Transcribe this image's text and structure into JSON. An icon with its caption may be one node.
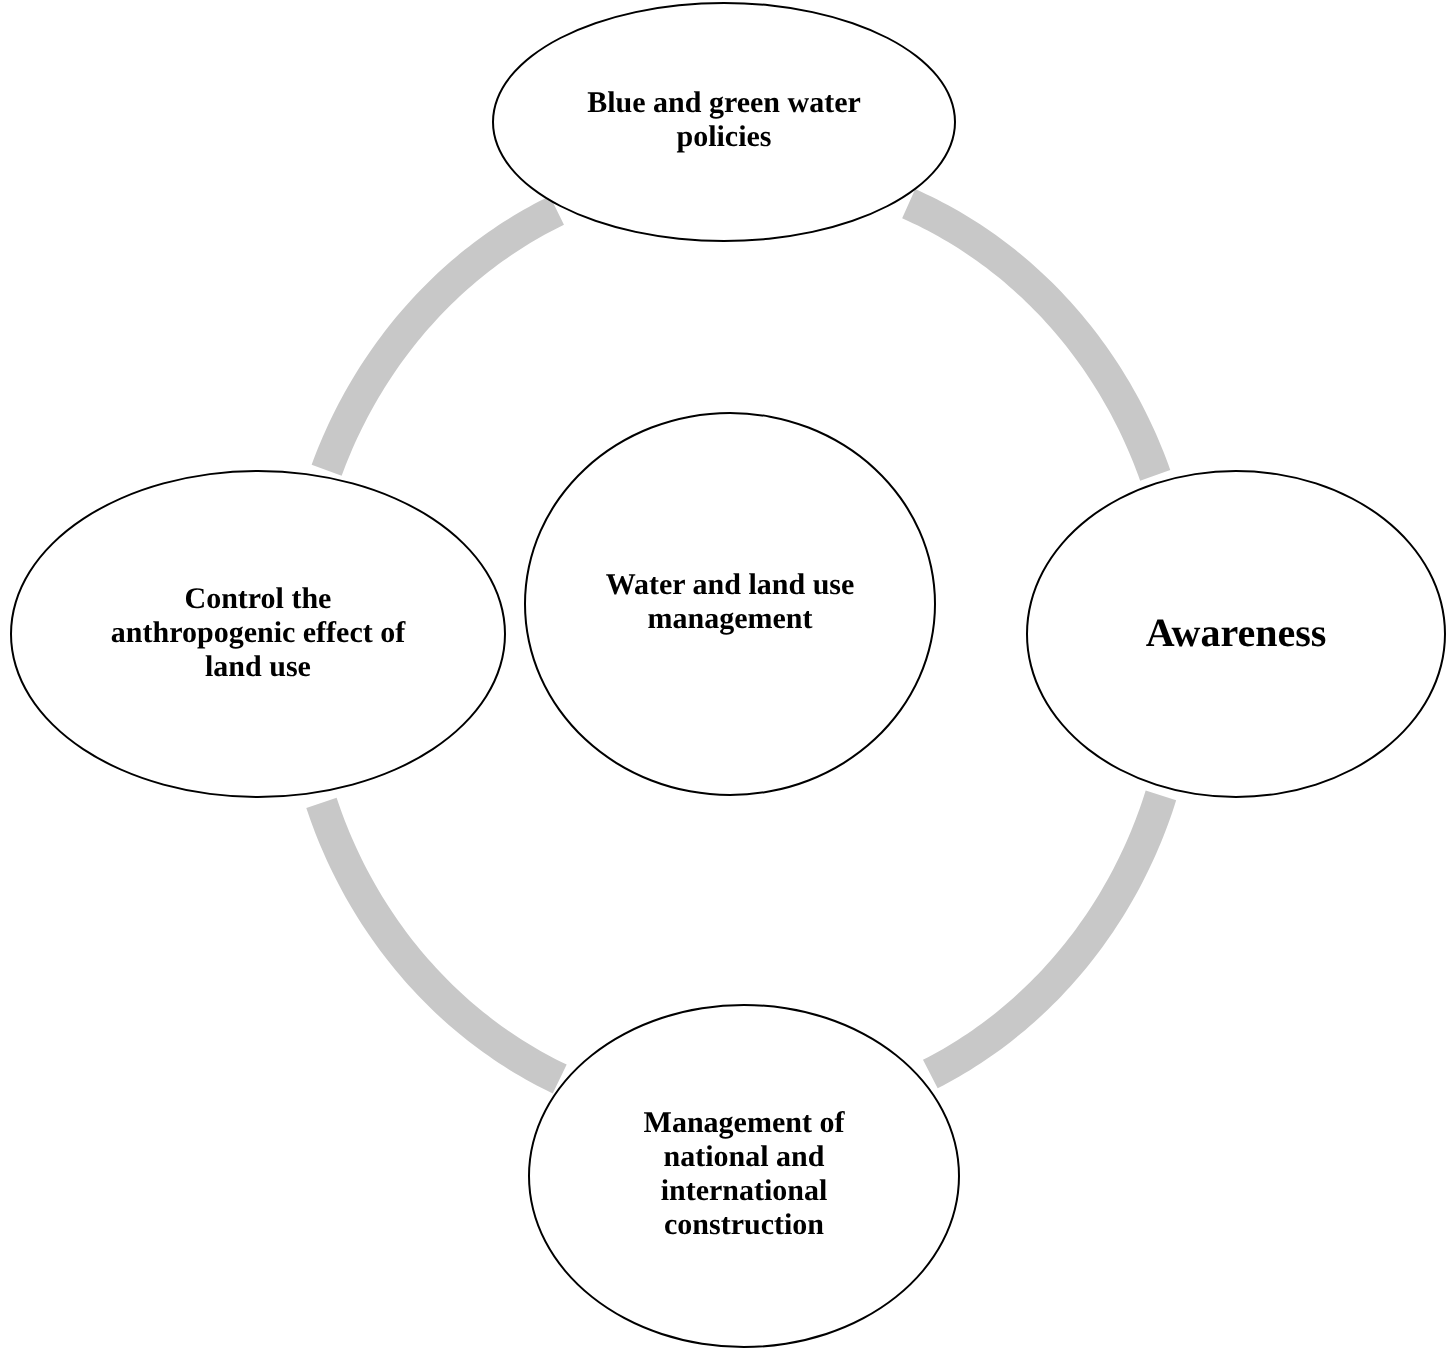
{
  "diagram": {
    "nodes": [
      {
        "text": [
          "Blue and green water policies"
        ]
      },
      {
        "text": [
          "Control the anthropogenic effect of land use"
        ]
      },
      {
        "text": [
          "Water and land use management"
        ]
      },
      {
        "text": [
          "Awareness"
        ]
      },
      {
        "text": [
          "Management of national and international construction"
        ]
      }
    ],
    "edges": [
      {
        "from": 0,
        "to": 3,
        "arrow": "none"
      },
      {
        "from": 3,
        "to": 4,
        "arrow": "none"
      },
      {
        "from": 4,
        "to": 1,
        "arrow": "none"
      },
      {
        "from": 1,
        "to": 0,
        "arrow": "none"
      }
    ]
  }
}
